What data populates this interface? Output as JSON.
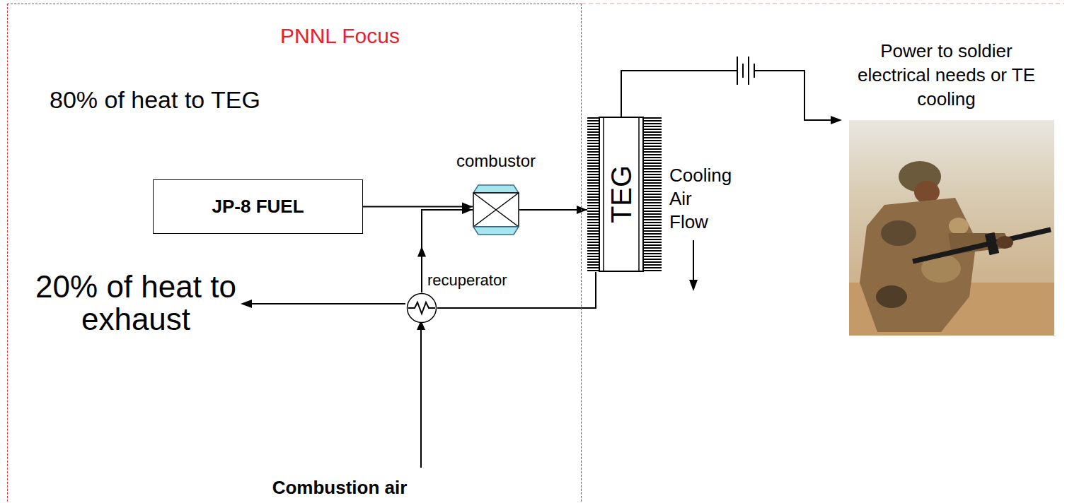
{
  "diagram": {
    "nodes": [
      {
        "text": [
          "PNNL Focus"
        ]
      },
      {
        "text": [
          "JP-8 FUEL"
        ],
        "in": 0
      },
      {
        "text": [
          "combustor"
        ],
        "in": 0
      },
      {
        "text": [
          "recuperator"
        ],
        "in": 0
      },
      {
        "text": [
          "TEG"
        ]
      }
    ],
    "edges": [
      {
        "from": 1,
        "to": 2,
        "arrow": "to"
      },
      {
        "from": 3,
        "to": 2,
        "arrow": "to"
      },
      {
        "from": 2,
        "to": 4,
        "arrow": "to"
      },
      {
        "from": 4,
        "to": 3,
        "arrow": "none"
      }
    ],
    "labels": [
      "80% of heat to TEG",
      "20% of heat to exhaust",
      "Combustion air",
      "Cooling Air Flow",
      "Power to soldier electrical needs or TE cooling"
    ]
  }
}
